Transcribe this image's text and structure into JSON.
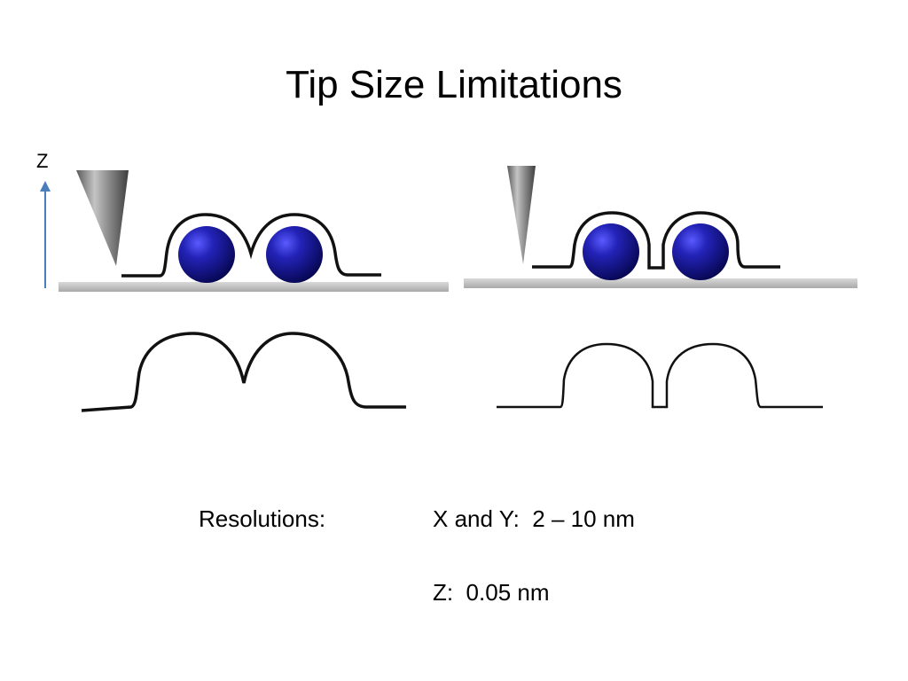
{
  "slide": {
    "title": "Tip Size Limitations",
    "axis_label": "Z",
    "resolutions": {
      "label": "Resolutions:",
      "xy": "X and Y:  2 – 10 nm",
      "z": "Z:  0.05 nm"
    }
  },
  "colors": {
    "axis_arrow": "#4a7ebb",
    "sphere": "#1a1a8c",
    "substrate": "#c8c8c8",
    "trace": "#111111",
    "tip": "#8a8a8a"
  },
  "icons": {
    "left_tip": "blunt-cone-tip",
    "right_tip": "sharp-needle-tip",
    "sample": "sphere-pair"
  }
}
